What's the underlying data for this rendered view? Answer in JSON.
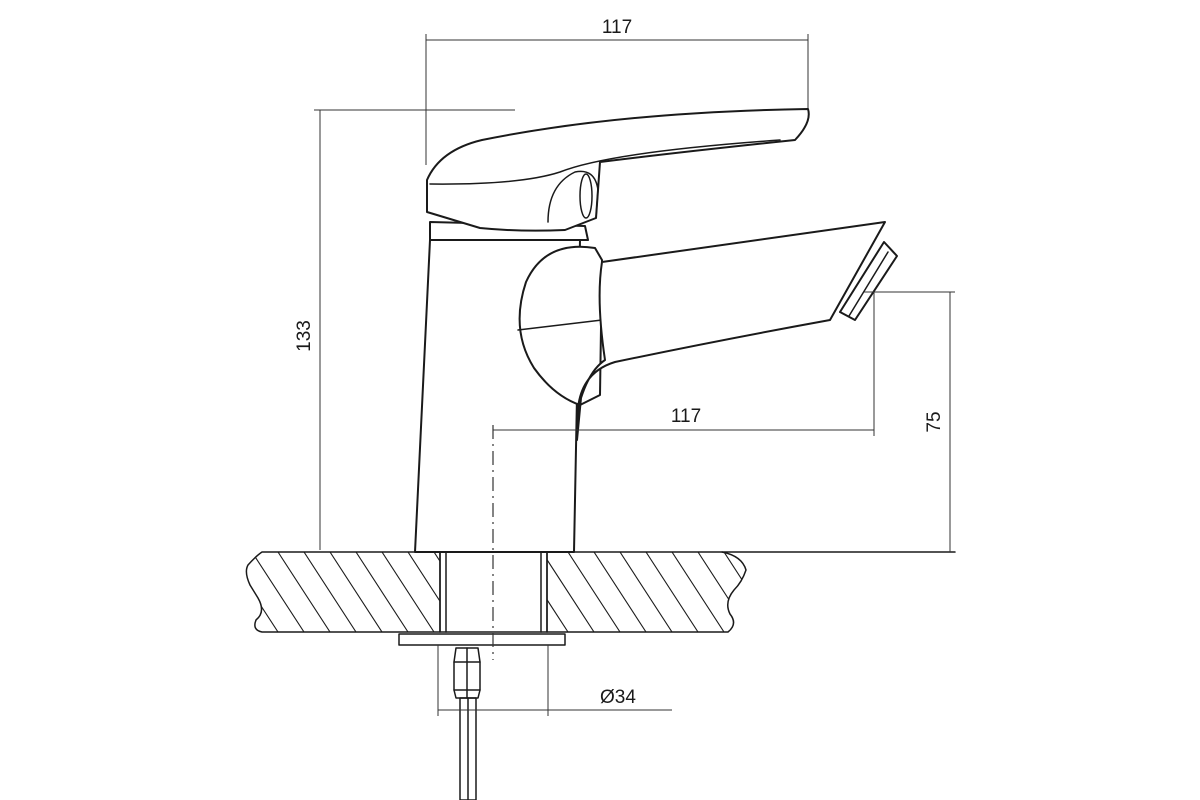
{
  "dimensions": {
    "handle_width": "117",
    "overall_height": "133",
    "spout_reach": "117",
    "spout_height": "75",
    "thread_diameter": "Ø34"
  }
}
